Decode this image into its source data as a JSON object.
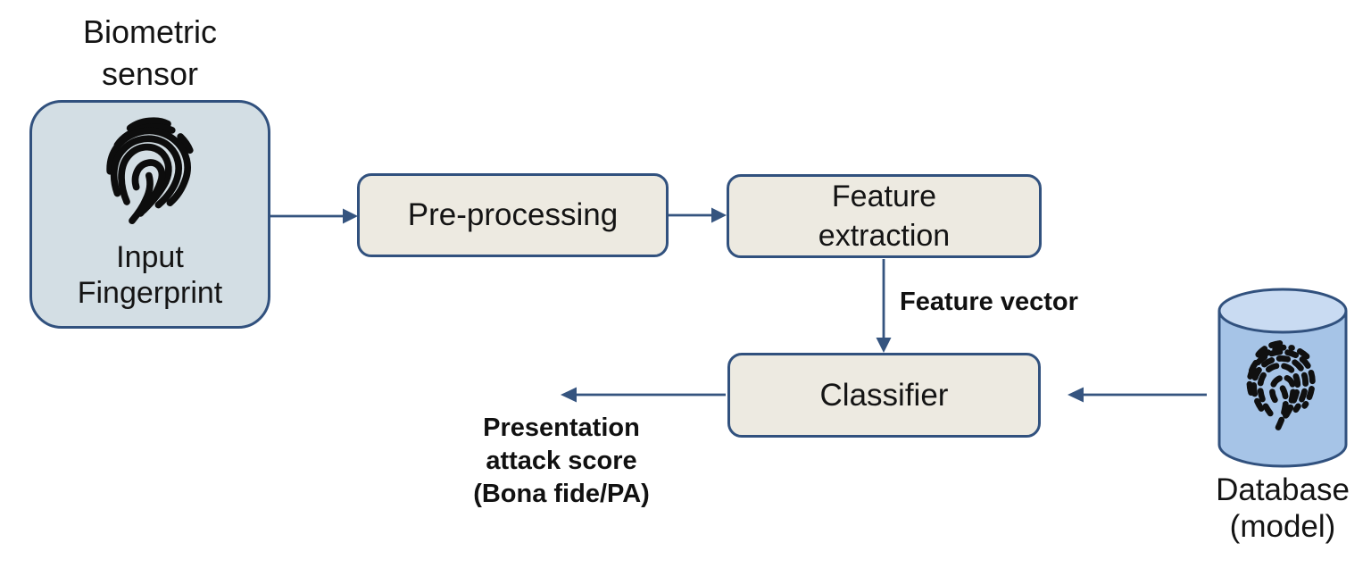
{
  "diagram": {
    "type": "flowchart",
    "labels": {
      "biometric_sensor": "Biometric\nsensor",
      "input_fingerprint": "Input\nFingerprint",
      "preprocessing": "Pre-processing",
      "feature_extraction": "Feature\nextraction",
      "classifier": "Classifier",
      "database": "Database\n(model)"
    },
    "edge_labels": {
      "feature_vector": "Feature vector",
      "presentation_attack_score": "Presentation\nattack score\n(Bona fide/PA)"
    },
    "edges": [
      {
        "from": "input_fingerprint",
        "to": "preprocessing",
        "label": ""
      },
      {
        "from": "preprocessing",
        "to": "feature_extraction",
        "label": ""
      },
      {
        "from": "feature_extraction",
        "to": "classifier",
        "label": "Feature vector"
      },
      {
        "from": "classifier",
        "to": "output",
        "label": "Presentation attack score (Bona fide/PA)"
      },
      {
        "from": "database",
        "to": "classifier",
        "label": ""
      }
    ],
    "icons": {
      "input_box_icon": "fingerprint-icon",
      "database_icon": "database-cylinder-icon",
      "database_inner_icon": "fingerprint-dashed-icon"
    },
    "colors": {
      "arrow": "#35547f",
      "box_border": "#31517e",
      "sensor_fill": "#d3dee4",
      "process_fill": "#edeae1",
      "db_body_fill": "#a6c4e7",
      "db_top_fill": "#c9dbf2",
      "ink": "#141414"
    }
  }
}
